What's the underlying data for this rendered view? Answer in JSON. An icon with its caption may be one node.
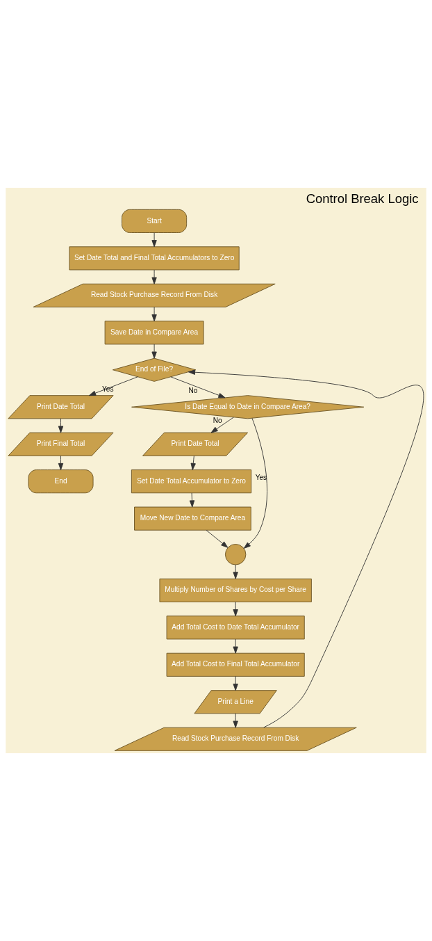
{
  "diagram": {
    "title": "Control Break Logic",
    "nodes": [
      {
        "text": [
          "Start"
        ]
      },
      {
        "text": [
          "Set Date Total and Final Total Accumulators to Zero"
        ]
      },
      {
        "text": [
          "Read Stock Purchase Record From Disk"
        ]
      },
      {
        "text": [
          "Save Date in Compare Area"
        ]
      },
      {
        "text": [
          "End of File?"
        ]
      },
      {
        "text": [
          "Print Date Total"
        ]
      },
      {
        "text": [
          "Print Final Total"
        ]
      },
      {
        "text": [
          "End"
        ]
      },
      {
        "text": [
          "Is Date Equal to Date in Compare Area?"
        ]
      },
      {
        "text": [
          "Print Date Total"
        ]
      },
      {
        "text": [
          "Set Date Total Accumulator to Zero"
        ]
      },
      {
        "text": [
          "Move New Date to Compare Area"
        ]
      },
      {
        "text": [],
        "shape": "circle"
      },
      {
        "text": [
          "Multiply Number of Shares by Cost per Share"
        ]
      },
      {
        "text": [
          "Add Total Cost to Date Total Accumulator"
        ]
      },
      {
        "text": [
          "Add Total Cost to Final Total Accumulator"
        ]
      },
      {
        "text": [
          "Print a Line"
        ]
      },
      {
        "text": [
          "Read Stock Purchase Record From Disk"
        ]
      }
    ],
    "edges": [
      {
        "from": 0,
        "to": 1,
        "arrow": "to"
      },
      {
        "from": 1,
        "to": 2,
        "arrow": "to"
      },
      {
        "from": 2,
        "to": 3,
        "arrow": "to"
      },
      {
        "from": 3,
        "to": 4,
        "arrow": "to"
      },
      {
        "from": 4,
        "to": 8,
        "arrow": "to",
        "label": "No"
      },
      {
        "from": 4,
        "to": 5,
        "arrow": "to",
        "label": "Yes"
      },
      {
        "from": 5,
        "to": 6,
        "arrow": "to"
      },
      {
        "from": 6,
        "to": 7,
        "arrow": "to"
      },
      {
        "from": 8,
        "to": 9,
        "arrow": "to",
        "label": "No"
      },
      {
        "from": 8,
        "to": 12,
        "arrow": "to",
        "label": "Yes"
      },
      {
        "from": 9,
        "to": 10,
        "arrow": "to"
      },
      {
        "from": 10,
        "to": 11,
        "arrow": "to"
      },
      {
        "from": 11,
        "to": 12,
        "arrow": "to"
      },
      {
        "from": 12,
        "to": 13,
        "arrow": "to"
      },
      {
        "from": 13,
        "to": 14,
        "arrow": "to"
      },
      {
        "from": 14,
        "to": 15,
        "arrow": "to"
      },
      {
        "from": 15,
        "to": 16,
        "arrow": "to"
      },
      {
        "from": 16,
        "to": 17,
        "arrow": "to"
      },
      {
        "from": 17,
        "to": 4,
        "arrow": "to"
      }
    ]
  }
}
